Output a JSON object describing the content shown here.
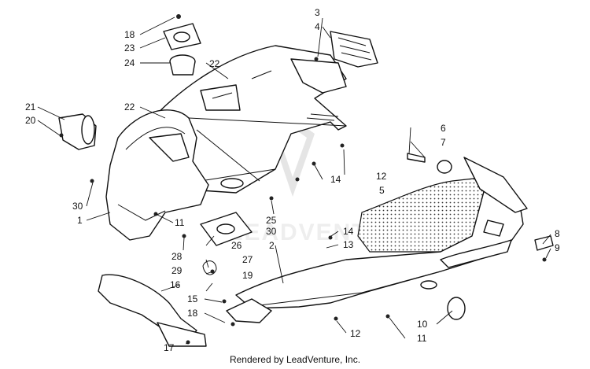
{
  "diagram": {
    "callouts": [
      "18",
      "23",
      "24",
      "22",
      "22",
      "3",
      "4",
      "21",
      "20",
      "30",
      "1",
      "11",
      "6",
      "7",
      "12",
      "5",
      "14",
      "25",
      "30",
      "14",
      "13",
      "2",
      "28",
      "26",
      "27",
      "29",
      "19",
      "16",
      "15",
      "18",
      "17",
      "8",
      "9",
      "10",
      "11",
      "12"
    ],
    "watermark": "LEADVENTURE"
  },
  "footer": {
    "credit": "Rendered by LeadVenture, Inc."
  }
}
